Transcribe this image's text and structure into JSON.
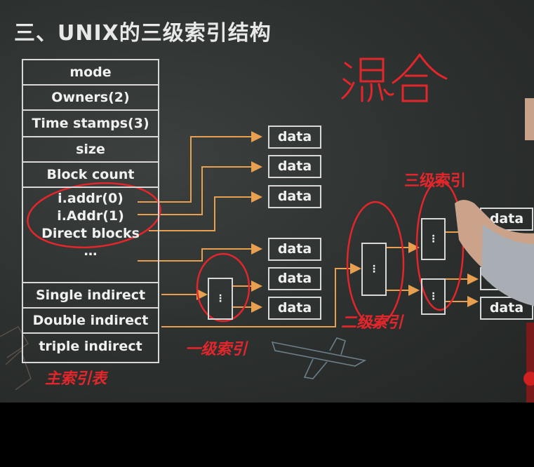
{
  "title": "三、UNIX的三级索引结构",
  "handwriting": "混合",
  "table": {
    "rows": [
      "mode",
      "Owners(2)",
      "Time stamps(3)",
      "size",
      "Block count"
    ],
    "addr_lines": [
      "i.addr(0)",
      "i.Addr(1)",
      "Direct blocks",
      "…"
    ],
    "indirect_rows": [
      "Single indirect",
      "Double indirect",
      "triple indirect"
    ]
  },
  "data_label": "data",
  "dots": "⋮",
  "labels": {
    "main_index": "主索引表",
    "level1": "一级索引",
    "level2": "二级索引",
    "level3": "三级索引"
  },
  "colors": {
    "arrow": "#e8a050",
    "red_ink": "#e3262b",
    "chalk": "#d8d8d8",
    "board": "#2c302e"
  }
}
